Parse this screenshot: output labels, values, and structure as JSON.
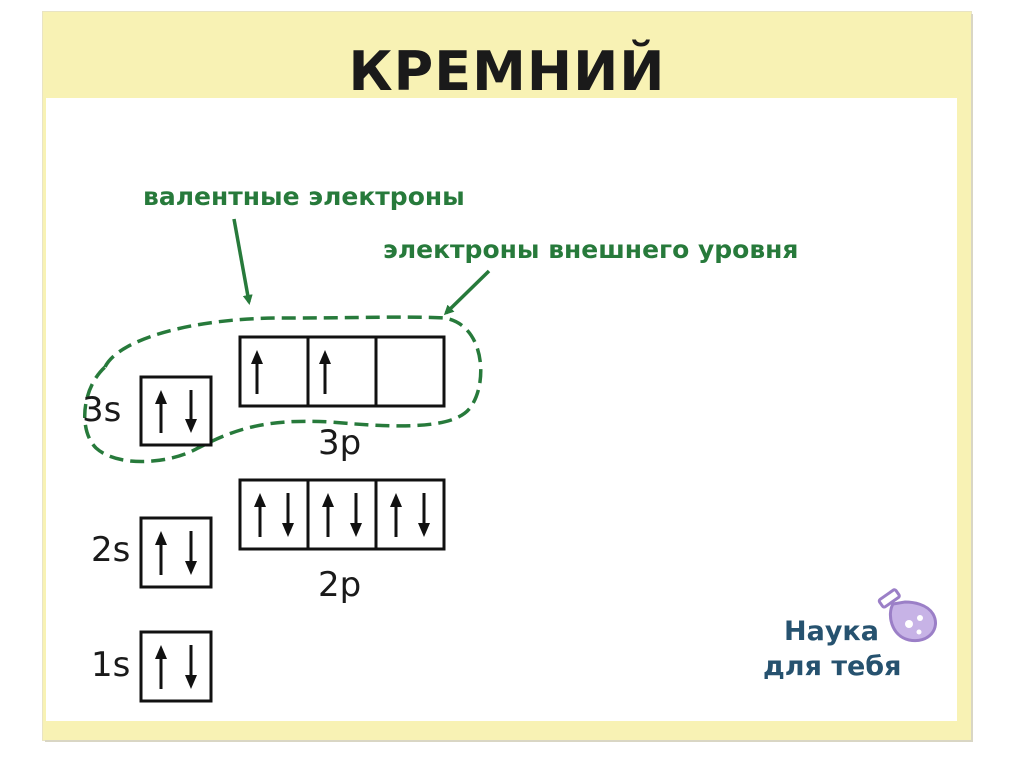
{
  "title": "КРЕМНИЙ",
  "annotations": {
    "valence": "валентные электроны",
    "outer_level": "электроны внешнего уровня"
  },
  "orbitals": {
    "s3": {
      "label": "3s",
      "cells": [
        [
          "up",
          "down"
        ]
      ]
    },
    "p3": {
      "label": "3p",
      "cells": [
        [
          "up"
        ],
        [
          "up"
        ],
        []
      ]
    },
    "s2": {
      "label": "2s",
      "cells": [
        [
          "up",
          "down"
        ]
      ]
    },
    "p2": {
      "label": "2p",
      "cells": [
        [
          "up",
          "down"
        ],
        [
          "up",
          "down"
        ],
        [
          "up",
          "down"
        ]
      ]
    },
    "s1": {
      "label": "1s",
      "cells": [
        [
          "up",
          "down"
        ]
      ]
    }
  },
  "logo": {
    "line1": "Наука",
    "line2": "для тебя",
    "icon": "flask-icon"
  },
  "colors": {
    "annotation": "#277a3b",
    "frame": "#f8f2b4",
    "brand": "#26526f",
    "brand_icon": "#9b7fc7"
  }
}
